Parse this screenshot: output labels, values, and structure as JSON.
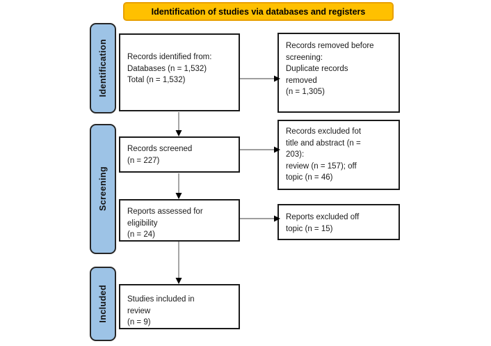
{
  "header": {
    "title": "Identification of studies via databases and registers"
  },
  "stages": [
    {
      "id": "identification",
      "label": "Identification"
    },
    {
      "id": "screening",
      "label": "Screening"
    },
    {
      "id": "included",
      "label": "Included"
    }
  ],
  "boxes": {
    "records_identified": {
      "text": "Records identified from:\nDatabases (n = 1,532)\nTotal (n = 1,532)"
    },
    "records_removed": {
      "text": "Records removed before\nscreening:\nDuplicate records\nremoved\n(n = 1,305)"
    },
    "records_screened": {
      "text": "Records screened\n(n = 227)"
    },
    "records_excluded": {
      "text": "Records excluded fot\ntitle and abstract (n =\n203):\nreview (n = 157); off\ntopic (n = 46)"
    },
    "reports_assessed": {
      "text": "Reports assessed for\neligibility\n(n = 24)"
    },
    "reports_excluded": {
      "text": "Reports excluded off\ntopic (n = 15)"
    },
    "studies_included": {
      "text": "Studies included in\nreview\n(n = 9)"
    }
  },
  "colors": {
    "header_fill": "#FFC000",
    "header_border": "#E8A000",
    "stage_fill": "#9DC3E6",
    "stage_border": "#262626",
    "box_border": "#1A1A1A",
    "arrow_line": "#7F7F7F",
    "arrow_head": "#000000"
  }
}
